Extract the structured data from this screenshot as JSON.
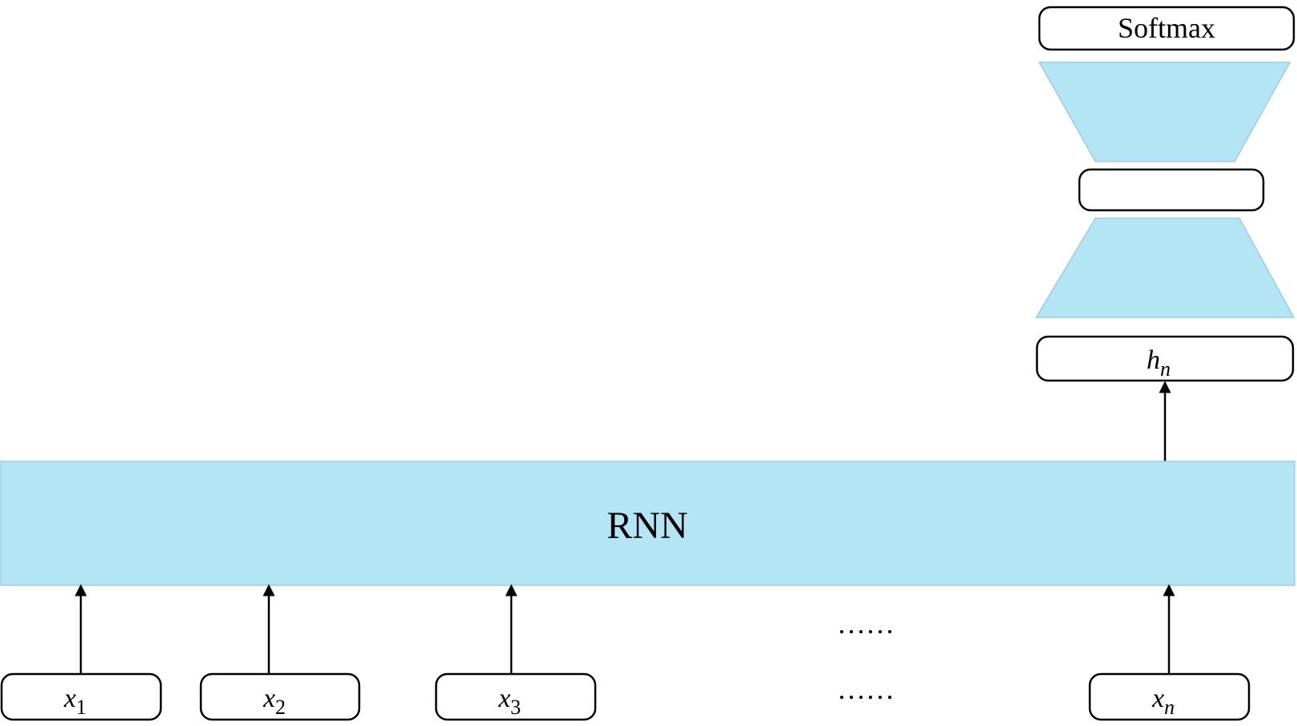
{
  "diagram": {
    "rnn_label": "RNN",
    "softmax_label": "Softmax",
    "hidden_label": {
      "base": "h",
      "sub": "n"
    },
    "bottleneck_label": "",
    "ellipsis_upper": "…… ",
    "ellipsis_lower": "……",
    "inputs": [
      {
        "base": "x",
        "sub": "1"
      },
      {
        "base": "x",
        "sub": "2"
      },
      {
        "base": "x",
        "sub": "3"
      },
      {
        "base": "x",
        "sub": "n"
      }
    ]
  },
  "colors": {
    "fill_blue": "#b3e5f5",
    "stroke_blue": "#9ccbe6",
    "box_stroke": "#000000",
    "text": "#000000"
  }
}
